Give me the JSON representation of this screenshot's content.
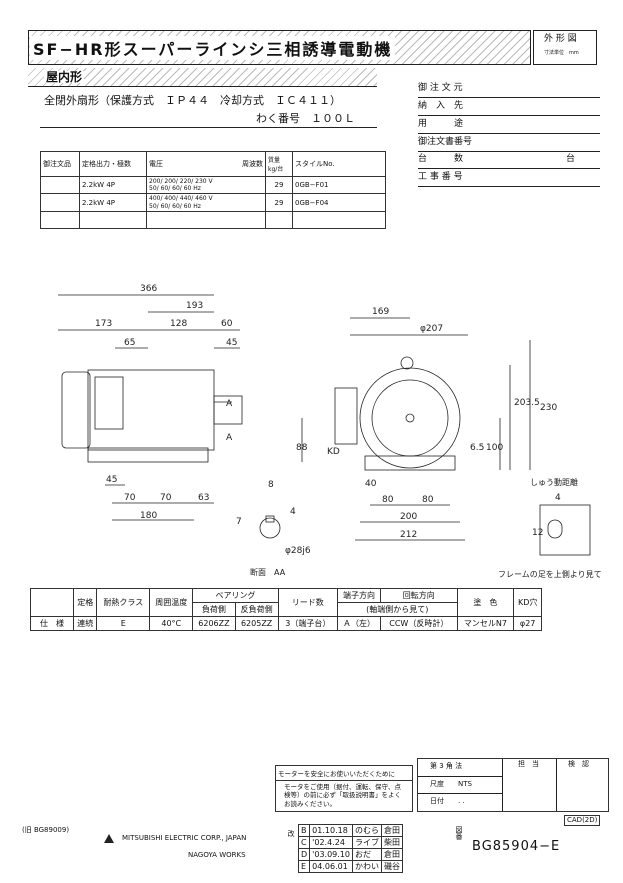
{
  "header": {
    "title": "SF−HR形スーパーラインシ三相誘導電動機",
    "kind_label": "外 形 図",
    "unit_note": "寸法単位　mm"
  },
  "sub": {
    "location": "屋内形",
    "protection": "全閉外扇形（保護方式　ＩＰ４４　冷却方式　ＩＣ４１１）",
    "frame": "わく番号　１００Ｌ"
  },
  "order_info": {
    "rows": [
      "御 注 文 元",
      "納　入　先",
      "用　　　途",
      "御注文書番号",
      "台　　　数",
      "工 事 番 号"
    ],
    "unit_suffix": "台"
  },
  "spec_table": {
    "headers": [
      "御注文品",
      "定格出力・極数",
      "電圧",
      "周波数",
      "質量 kg/台",
      "スタイルNo."
    ],
    "rows": [
      {
        "output": "2.2kW 4P",
        "voltage": "200/ 200/ 220/ 230 V",
        "freq": "50/ 60/ 60/ 60 Hz",
        "mass": "29",
        "style": "0GB−F01"
      },
      {
        "output": "2.2kW 4P",
        "voltage": "400/ 400/ 440/ 460 V",
        "freq": "50/ 60/ 60/ 60 Hz",
        "mass": "29",
        "style": "0GB−F04"
      }
    ]
  },
  "dims": {
    "overall": "366",
    "d193": "193",
    "d173": "173",
    "d128": "128",
    "d60": "60",
    "d65": "65",
    "d45a": "45",
    "A": "A",
    "d45b": "45",
    "d70a": "70",
    "d70b": "70",
    "d63": "63",
    "d180": "180",
    "d88": "88",
    "KD": "KD",
    "d169": "169",
    "d207": "φ207",
    "d230": "230",
    "d2035": "203.5",
    "d100": "100",
    "d65v": "6.5",
    "d40": "40",
    "d80a": "80",
    "d80b": "80",
    "d200": "200",
    "d212": "212",
    "d8": "8",
    "d4": "4",
    "d7": "7",
    "d28": "φ28j6",
    "section": "断面　AA",
    "bolt_title": "しゅう動距離",
    "bolt4": "4",
    "bolt12": "12",
    "frame_note": "フレームの足を上側より見て"
  },
  "bottom_table": {
    "headers": [
      "定格",
      "耐熱クラス",
      "周囲温度",
      "ベアリング",
      "負荷側",
      "反負荷側",
      "リード数",
      "端子方向",
      "回転方向",
      "(軸端側から見て)",
      "塗　色",
      "KD穴"
    ],
    "row_label": "仕　様",
    "values": [
      "連続",
      "E",
      "40°C",
      "6206ZZ",
      "6205ZZ",
      "3（端子台）",
      "Ａ（左）",
      "CCW（反時計）",
      "マンセルN7",
      "φ27"
    ]
  },
  "safety": {
    "title": "モーターを安全にお使いいただくために",
    "body": "モータをご使用（据付、運転、保守、点検等）の前に必ず「取扱説明書」をよくお読みください。"
  },
  "title_block": {
    "scale_label": "第 3 角 法",
    "scale_key": "尺度",
    "scale_val": "NTS",
    "date_key": "日付",
    "date_val": ". .",
    "charge": "担　当",
    "check": "検　認",
    "cad": "CAD(2D)"
  },
  "revisions": [
    {
      "mark": "B",
      "date": "01.10.18",
      "by": "のむら",
      "chk": "倉田"
    },
    {
      "mark": "C",
      "date": "'02.4.24",
      "by": "ライブ",
      "chk": "柴田"
    },
    {
      "mark": "D",
      "date": "'03.09.10",
      "by": "おだ",
      "chk": "倉田"
    },
    {
      "mark": "E",
      "date": "04.06.01",
      "by": "かわい",
      "chk": "磯谷"
    }
  ],
  "rev_side": "改",
  "drawing_label": "図番",
  "drawing_no": "BG85904−E",
  "old_no": "(旧 BG89009)",
  "company": "MITSUBISHI ELECTRIC CORP., JAPAN",
  "works": "NAGOYA WORKS"
}
